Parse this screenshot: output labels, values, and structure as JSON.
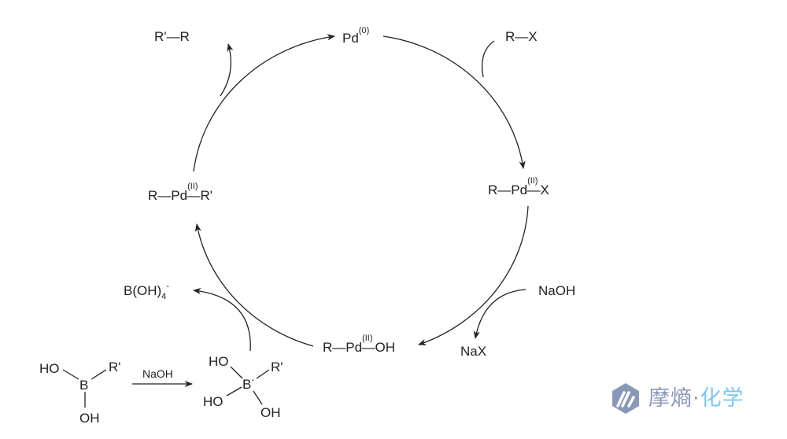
{
  "title": "Suzuki coupling catalytic cycle",
  "species": {
    "pd0": {
      "main": "Pd",
      "ox": "(0)"
    },
    "rx": "R—X",
    "r_pd_x": {
      "r": "R—",
      "pd": "Pd",
      "ox": "(II)",
      "x": "—X"
    },
    "naoh_top": "NaOH",
    "nax": "NaX",
    "r_pd_oh": {
      "r": "R—",
      "pd": "Pd",
      "ox": "(II)",
      "oh": "—OH"
    },
    "boh4": {
      "main": "B(OH)",
      "sub": "4",
      "charge": "-"
    },
    "r_pd_r": {
      "r": "R—",
      "pd": "Pd",
      "ox": "(II)",
      "r2": "—R'"
    },
    "product": "R'—R",
    "boronic_acid": {
      "ho": "HO",
      "b": "B",
      "r": "R'",
      "oh": "OH"
    },
    "naoh_reagent": "NaOH",
    "boronate": {
      "ho1": "HO",
      "b": "B",
      "charge": "-",
      "r": "R'",
      "ho2": "HO",
      "oh": "OH"
    }
  },
  "logo": {
    "part1": "摩熵",
    "dot": "·",
    "part2": "化学",
    "color1": "#8a98b8",
    "color2": "#7cc8ee"
  }
}
